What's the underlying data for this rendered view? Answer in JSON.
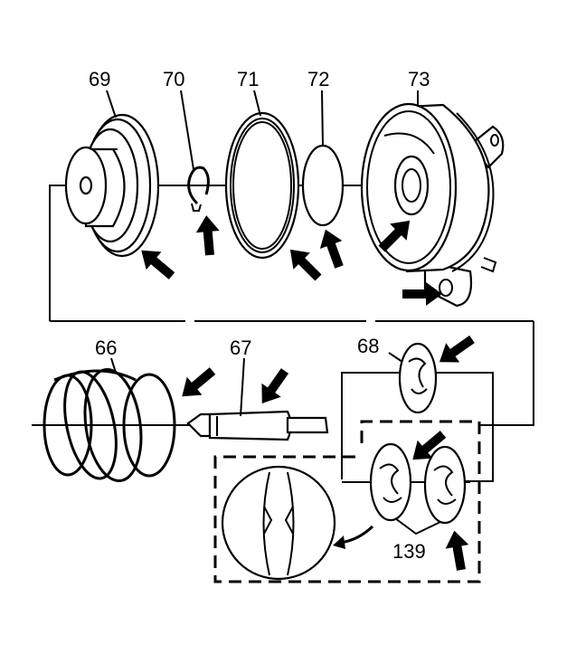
{
  "labels": {
    "p69": "69",
    "p70": "70",
    "p71": "71",
    "p72": "72",
    "p73": "73",
    "p66": "66",
    "p67": "67",
    "p68": "68",
    "p139": "139"
  },
  "colors": {
    "ink": "#000000",
    "paper": "#ffffff"
  }
}
